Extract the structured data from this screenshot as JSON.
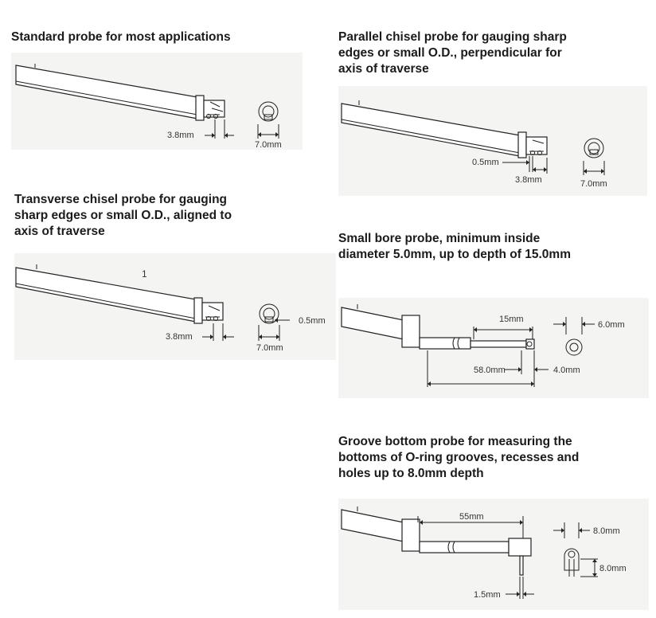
{
  "probes": [
    {
      "caption": "Standard probe for most applications",
      "dims": {
        "tip": "3.8mm",
        "diameter": "7.0mm"
      }
    },
    {
      "caption_lines": [
        "Parallel chisel probe for gauging sharp",
        "edges or small O.D., perpendicular for",
        "axis of traverse"
      ],
      "dims": {
        "chisel": "0.5mm",
        "tip": "3.8mm",
        "diameter": "7.0mm"
      }
    },
    {
      "caption_lines": [
        "Transverse chisel probe for gauging",
        "sharp edges or small O.D., aligned to",
        "axis of traverse"
      ],
      "dims": {
        "marker": "1",
        "tip": "3.8mm",
        "diameter": "7.0mm",
        "chisel": "0.5mm"
      }
    },
    {
      "caption_lines": [
        "Small bore probe, minimum inside",
        "diameter 5.0mm, up to depth of 15.0mm"
      ],
      "dims": {
        "depth": "15mm",
        "length": "58.0mm",
        "tip": "4.0mm",
        "diameter": "6.0mm"
      }
    },
    {
      "caption_lines": [
        "Groove bottom probe for measuring the",
        "bottoms of O-ring grooves, recesses and",
        "holes up to 8.0mm depth"
      ],
      "dims": {
        "length": "55mm",
        "tip": "1.5mm",
        "width": "8.0mm",
        "height": "8.0mm"
      }
    }
  ]
}
